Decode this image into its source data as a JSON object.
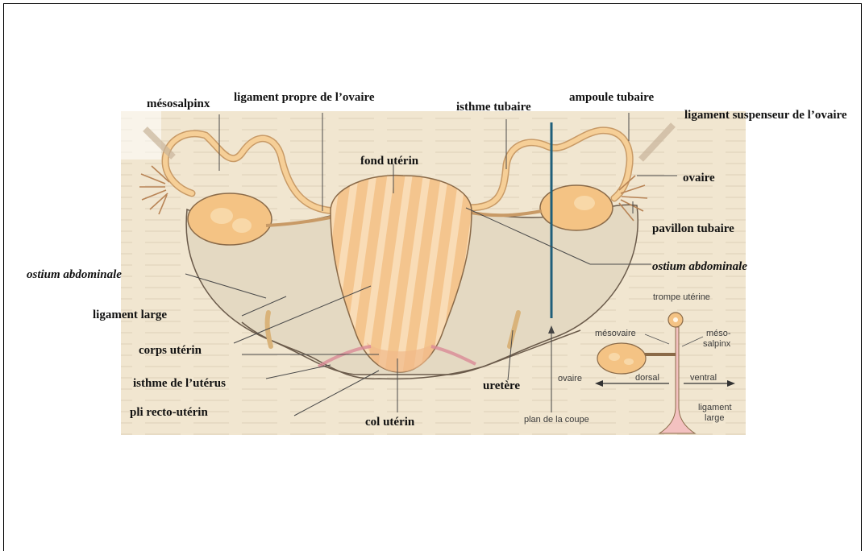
{
  "labels": {
    "mesosalpinx": "mésosalpinx",
    "ligament_propre": "ligament propre de l’ovaire",
    "isthme_tubaire": "isthme tubaire",
    "ampoule_tubaire": "ampoule tubaire",
    "ligament_suspenseur": "ligament suspenseur de l’ovaire",
    "fond_uterin": "fond utérin",
    "ovaire": "ovaire",
    "pavillon_tubaire": "pavillon tubaire",
    "ostium_left": "ostium abdominale",
    "ostium_right": "ostium abdominale",
    "ligament_large": "ligament large",
    "corps_uterin": "corps utérin",
    "isthme_uterus": "isthme de l’utérus",
    "pli_recto_uterin": "pli recto-utérin",
    "col_uterin": "col utérin",
    "uretere": "uretère"
  },
  "inset": {
    "trompe_uterine": "trompe utérine",
    "mesovaire": "mésovaire",
    "meso_salpinx_1": "méso-",
    "meso_salpinx_2": "salpinx",
    "ovaire": "ovaire",
    "dorsal": "dorsal",
    "ventral": "ventral",
    "ligament_1": "ligament",
    "ligament_2": "large",
    "plan_de_la_coupe": "plan de la coupe"
  },
  "colors": {
    "background_paper": "#efe3cc",
    "ligament_fill": "#e6dcc6",
    "uterus_fill": "#f5c792",
    "uterus_stripe": "#f9dcb6",
    "ovary_fill": "#f4c384",
    "tube_fill": "#f6cf97",
    "section_line": "#1f5f7a",
    "outline": "#6a5a4a",
    "leader": "#4a4a4a"
  }
}
